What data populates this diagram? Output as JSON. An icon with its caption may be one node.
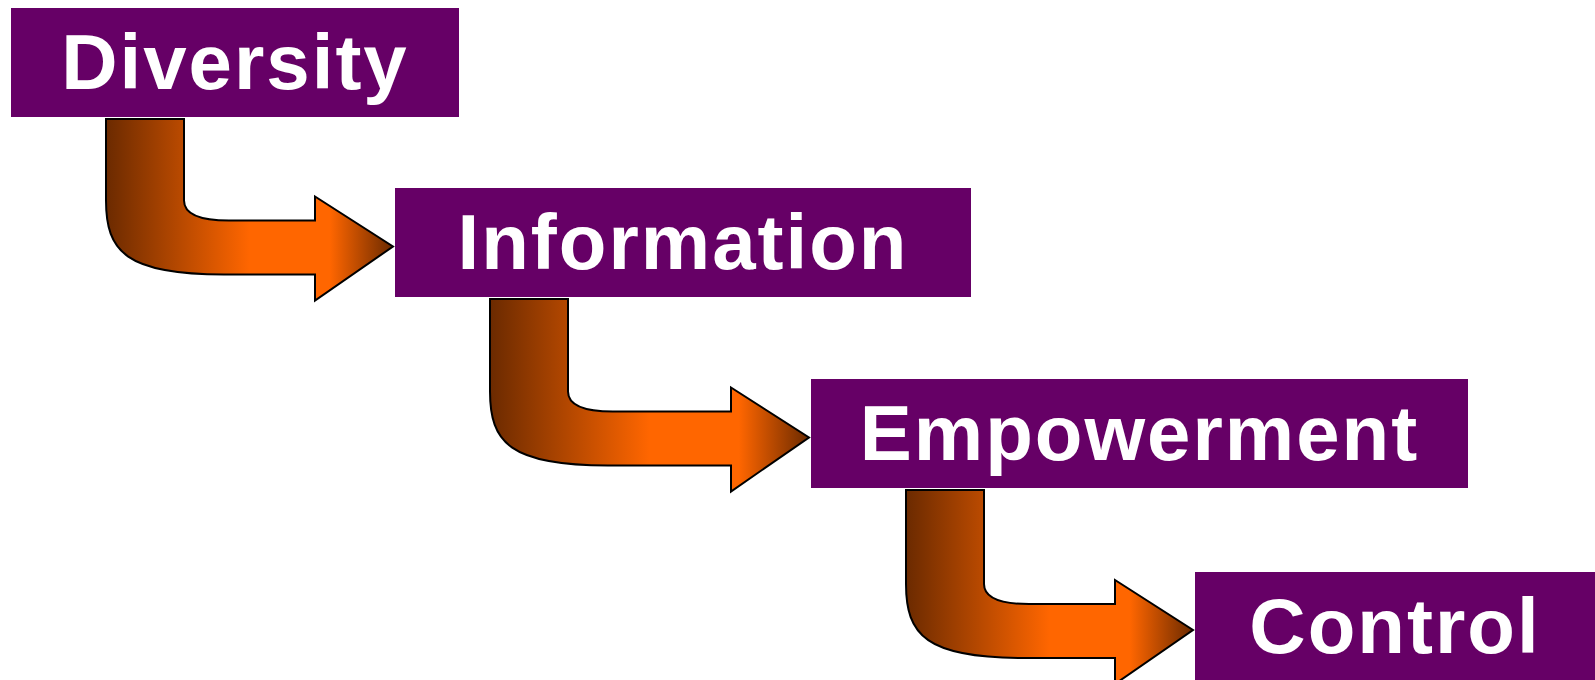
{
  "diagram": {
    "nodes": [
      {
        "text": [
          "Diversity"
        ]
      },
      {
        "text": [
          "Information"
        ]
      },
      {
        "text": [
          "Empowerment"
        ]
      },
      {
        "text": [
          "Control"
        ]
      }
    ],
    "edges": [
      {
        "from": 0,
        "to": 1,
        "arrow": "to"
      },
      {
        "from": 1,
        "to": 2,
        "arrow": "to"
      },
      {
        "from": 2,
        "to": 3,
        "arrow": "to"
      }
    ]
  }
}
